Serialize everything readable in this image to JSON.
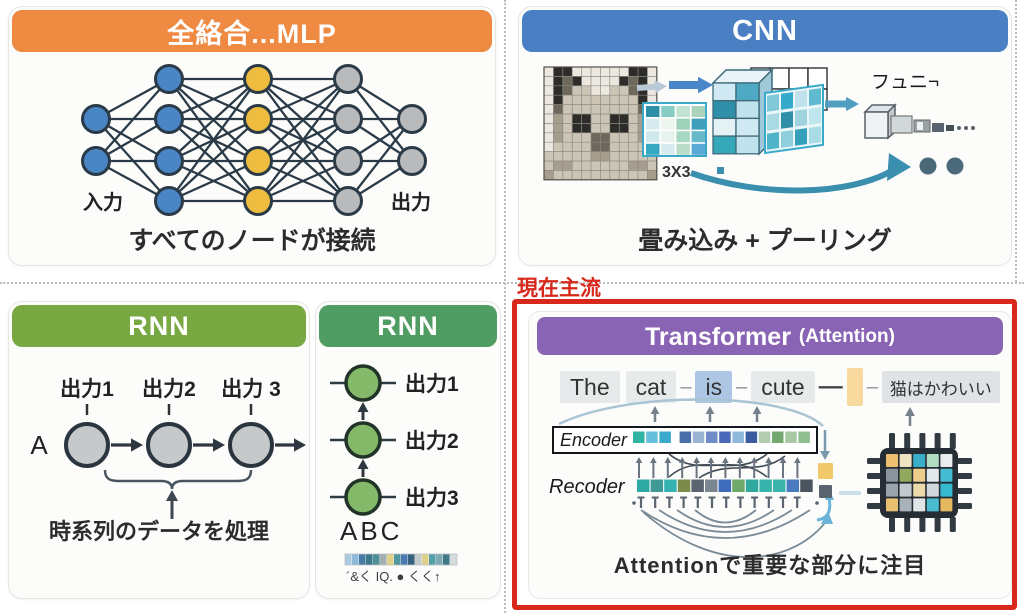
{
  "panels": {
    "mlp": {
      "title": "全絡合...MLP",
      "header_color": "#ee8a42",
      "input_label": "入力",
      "output_label": "出力",
      "caption": "すべてのノードが接続",
      "layers": [
        2,
        4,
        4,
        4,
        2
      ],
      "layer_colors": [
        "#4a86c6",
        "#4a86c6",
        "#eebc3f",
        "#b8babc",
        "#b8babc"
      ],
      "node_outline": "#2b3a47"
    },
    "cnn": {
      "title": "CNN",
      "header_color": "#4a80c3",
      "filter_label": "3X3",
      "feature_label": "フュニ¬",
      "caption": "畳み込み + プーリング",
      "filter_colors": [
        [
          "#2e8fa8",
          "#88ccc4",
          "#c2e2d2",
          "#a9d4b9"
        ],
        [
          "#d8ecf0",
          "#eef4ee",
          "#9fd0b8",
          "#3f9fb8"
        ],
        [
          "#cfe8ec",
          "#e8f2ee",
          "#a9d8c2",
          "#66b9c9"
        ],
        [
          "#35a9c2",
          "#d8ecf0",
          "#b9dcc9",
          "#5aa9d4"
        ]
      ]
    },
    "rnn_seq": {
      "title": "RNN",
      "header_color": "#78a841",
      "input_label": "A",
      "outputs": [
        "出力1",
        "出力2",
        "出力 3"
      ],
      "caption": "時系列のデータを処理"
    },
    "rnn_stack": {
      "title": "RNN",
      "header_color": "#4f9d62",
      "outputs": [
        "出力1",
        "出力2",
        "出力3"
      ],
      "bottom_label": "ABC",
      "garbled_caption": "´&く IQ. ● くく↑",
      "strip_colors": [
        "#a9cbdf",
        "#8fb9d6",
        "#4a7ba6",
        "#3a7a8a",
        "#4f8f98",
        "#a2aeb2",
        "#e0d18a",
        "#4f98a0",
        "#4a7bb0",
        "#35627e",
        "#c5cacd",
        "#e0d18a",
        "#55a0a8",
        "#7fa9b5",
        "#3f7a86",
        "#d5dadc"
      ]
    },
    "transformer": {
      "badge": "現在主流",
      "badge_color": "#d8281b",
      "border_color": "#d8281b",
      "header_color": "#8a64b4",
      "title_main": "Transformer",
      "title_sub": "(Attention)",
      "tokens": [
        {
          "text": "The",
          "bg": "#e7eaeb"
        },
        {
          "text": "cat",
          "bg": "#e7eaeb"
        },
        {
          "sep": "–"
        },
        {
          "text": "is",
          "bg": "#adc6e4"
        },
        {
          "sep": "–"
        },
        {
          "text": "cute",
          "bg": "#e7eaeb"
        },
        {
          "sep": "—"
        },
        {
          "text": "",
          "bg": "#f8d99e"
        },
        {
          "sep": "–"
        },
        {
          "text": "猫はかわいい",
          "bg": "#dfe3e5"
        }
      ],
      "encoder_label": "Encoder",
      "decoder_label": "Recoder",
      "encoder_colors": [
        "#2fb3a3",
        "#66bfdc",
        "#3aa9cb",
        "#4a6fa8",
        "#9ab3d3",
        "#6f8cc9",
        "#4a68b7",
        "#8fb9dc",
        "#3a5b9d",
        "#b3ccb0",
        "#74a86e",
        "#a9c9a4",
        "#8fbf8f"
      ],
      "decoder_colors": [
        "#2fa9a3",
        "#3f9a95",
        "#35b3b3",
        "#7c8a4b",
        "#5a6470",
        "#7a8692",
        "#3f6cba",
        "#6ea86b",
        "#2fa99f",
        "#36b3aa",
        "#3cb3ab",
        "#4a7bc1",
        "#4a5560"
      ],
      "chip_colors": [
        [
          "#ecc070",
          "#f0e3c2",
          "#3aaec9",
          "#b2dcc2",
          "#e9edee"
        ],
        [
          "#8a949b",
          "#93a85f",
          "#ecce8a",
          "#e4e9ec",
          "#46bcd2"
        ],
        [
          "#9aa4ab",
          "#c2c9cf",
          "#ecd9a9",
          "#d2d8dc",
          "#35b9cf"
        ],
        [
          "#e8c070",
          "#a9b2b8",
          "#e0e5e8",
          "#49bccf",
          "#e4b95f"
        ]
      ],
      "caption": "Attentionで重要な部分に注目"
    }
  }
}
